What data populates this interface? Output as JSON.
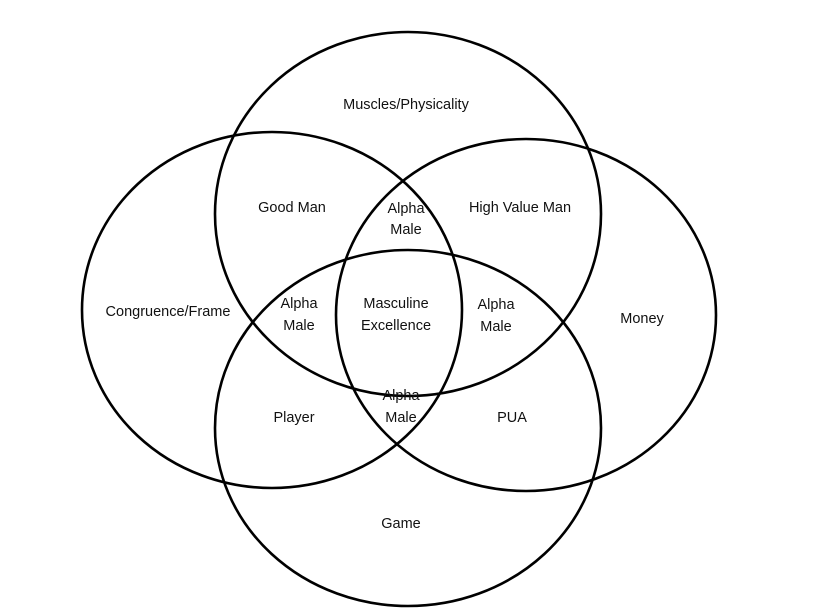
{
  "circles": {
    "top": "Muscles/Physicality",
    "left": "Congruence/Frame",
    "right": "Money",
    "bottom": "Game"
  },
  "regions": {
    "top_left": "Good Man",
    "top_right": "High Value Man",
    "bottom_left": "Player",
    "bottom_right": "PUA",
    "alpha_line1": "Alpha",
    "alpha_line2": "Male",
    "center_line1": "Masculine",
    "center_line2": "Excellence"
  },
  "colors": {
    "stroke": "#000000",
    "text": "#111111",
    "background": "#ffffff"
  }
}
